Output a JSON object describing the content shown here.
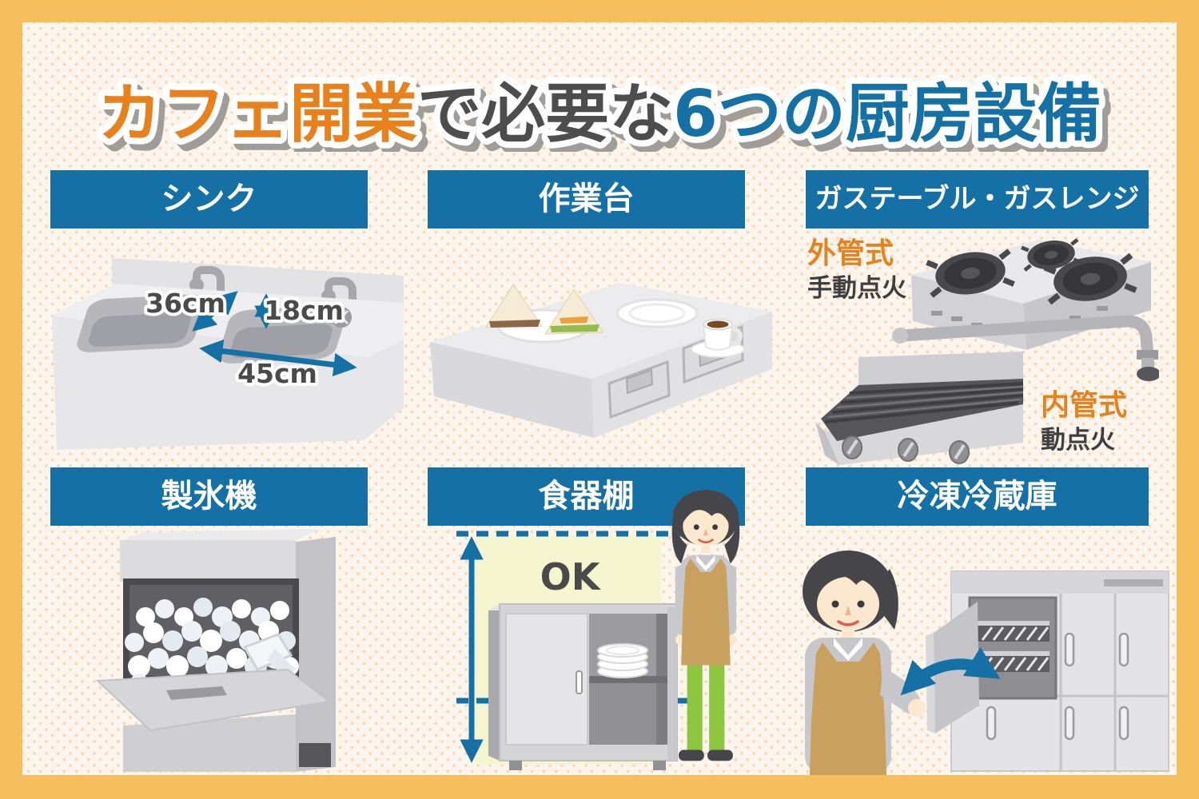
{
  "title": {
    "part1": "カフェ開業",
    "part2": "で必要な",
    "part3": "6つの厨房設備"
  },
  "sections": [
    {
      "label": "シンク",
      "dims": {
        "d1": "36cm",
        "d2": "18cm",
        "d3": "45cm"
      }
    },
    {
      "label": "作業台"
    },
    {
      "label": "ガステーブル・ガスレンジ",
      "types": [
        {
          "name": "外管式",
          "ignition": "手動点火"
        },
        {
          "name": "内管式",
          "ignition": "動点火"
        }
      ]
    },
    {
      "label": "製氷機"
    },
    {
      "label": "食器棚",
      "annotation": "OK"
    },
    {
      "label": "冷凍冷蔵庫"
    }
  ],
  "colors": {
    "border_orange": "#f6bf5e",
    "background_cream": "#fcf5ee",
    "header_blue": "#1571a5",
    "accent_orange": "#e8811c",
    "text_dark": "#4a4a4a",
    "highlight_yellow": "#f5f5cf",
    "arrow_blue": "#1571a5"
  }
}
